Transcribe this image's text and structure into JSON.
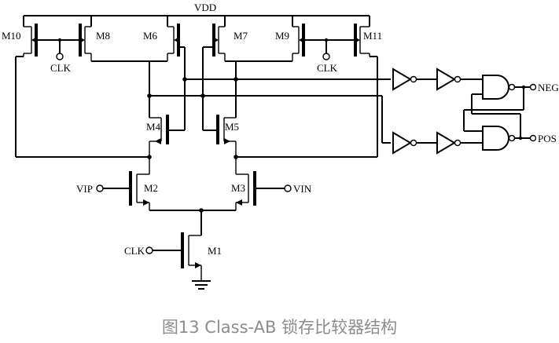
{
  "supply_label": "VDD",
  "caption": "图13 Class-AB 锁存比较器结构",
  "inputs": {
    "vip": "VIP",
    "vin": "VIN",
    "clk": "CLK"
  },
  "outputs": {
    "neg": "NEG",
    "pos": "POS"
  },
  "transistors": {
    "m1": "M1",
    "m2": "M2",
    "m3": "M3",
    "m4": "M4",
    "m5": "M5",
    "m6": "M6",
    "m7": "M7",
    "m8": "M8",
    "m9": "M9",
    "m10": "M10",
    "m11": "M11"
  }
}
